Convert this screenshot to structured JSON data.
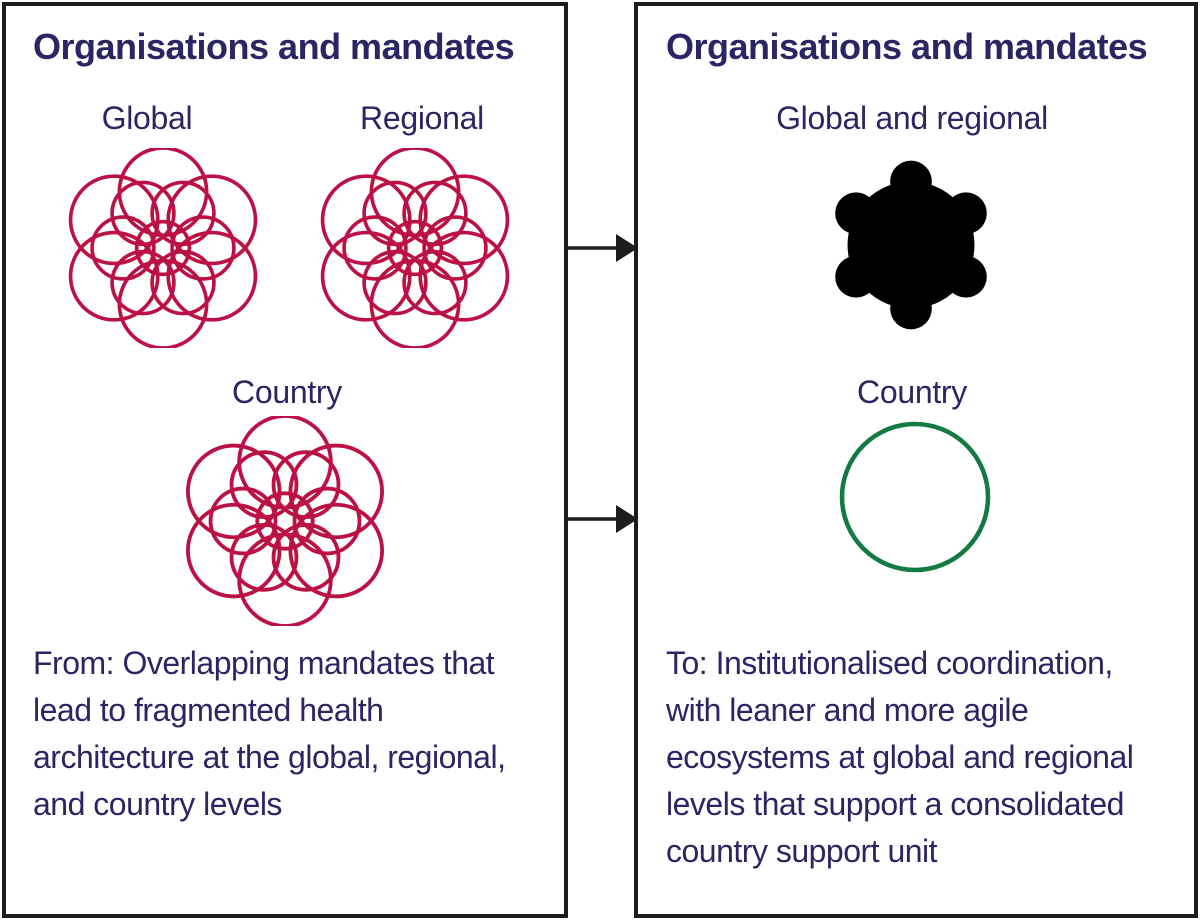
{
  "colors": {
    "navy": "#2b2663",
    "crimson": "#bb1144",
    "green": "#127a42",
    "pale_green": "#9cc4aa",
    "border": "#1c1c1c",
    "bg": "#ffffff"
  },
  "left_panel": {
    "title": "Organisations and mandates",
    "global_label": "Global",
    "regional_label": "Regional",
    "country_label": "Country",
    "description": "From: Overlapping mandates that\nlead to fragmented health\narchitecture at the global, regional,\nand country levels"
  },
  "right_panel": {
    "title": "Organisations and mandates",
    "global_regional_label": "Global and regional",
    "country_label": "Country",
    "description": "To: Institutionalised coordination,\nwith leaner and more agile\necosystems at global and regional\nlevels that support a consolidated\ncountry support unit"
  },
  "icons": {
    "left_global": "overlapping-organisations-cluster",
    "left_regional": "overlapping-organisations-cluster",
    "left_country": "overlapping-organisations-cluster",
    "right_global_regional": "coordinated-ring-of-organisations",
    "right_country": "consolidated-single-unit-circle",
    "transition": "right-arrow"
  }
}
